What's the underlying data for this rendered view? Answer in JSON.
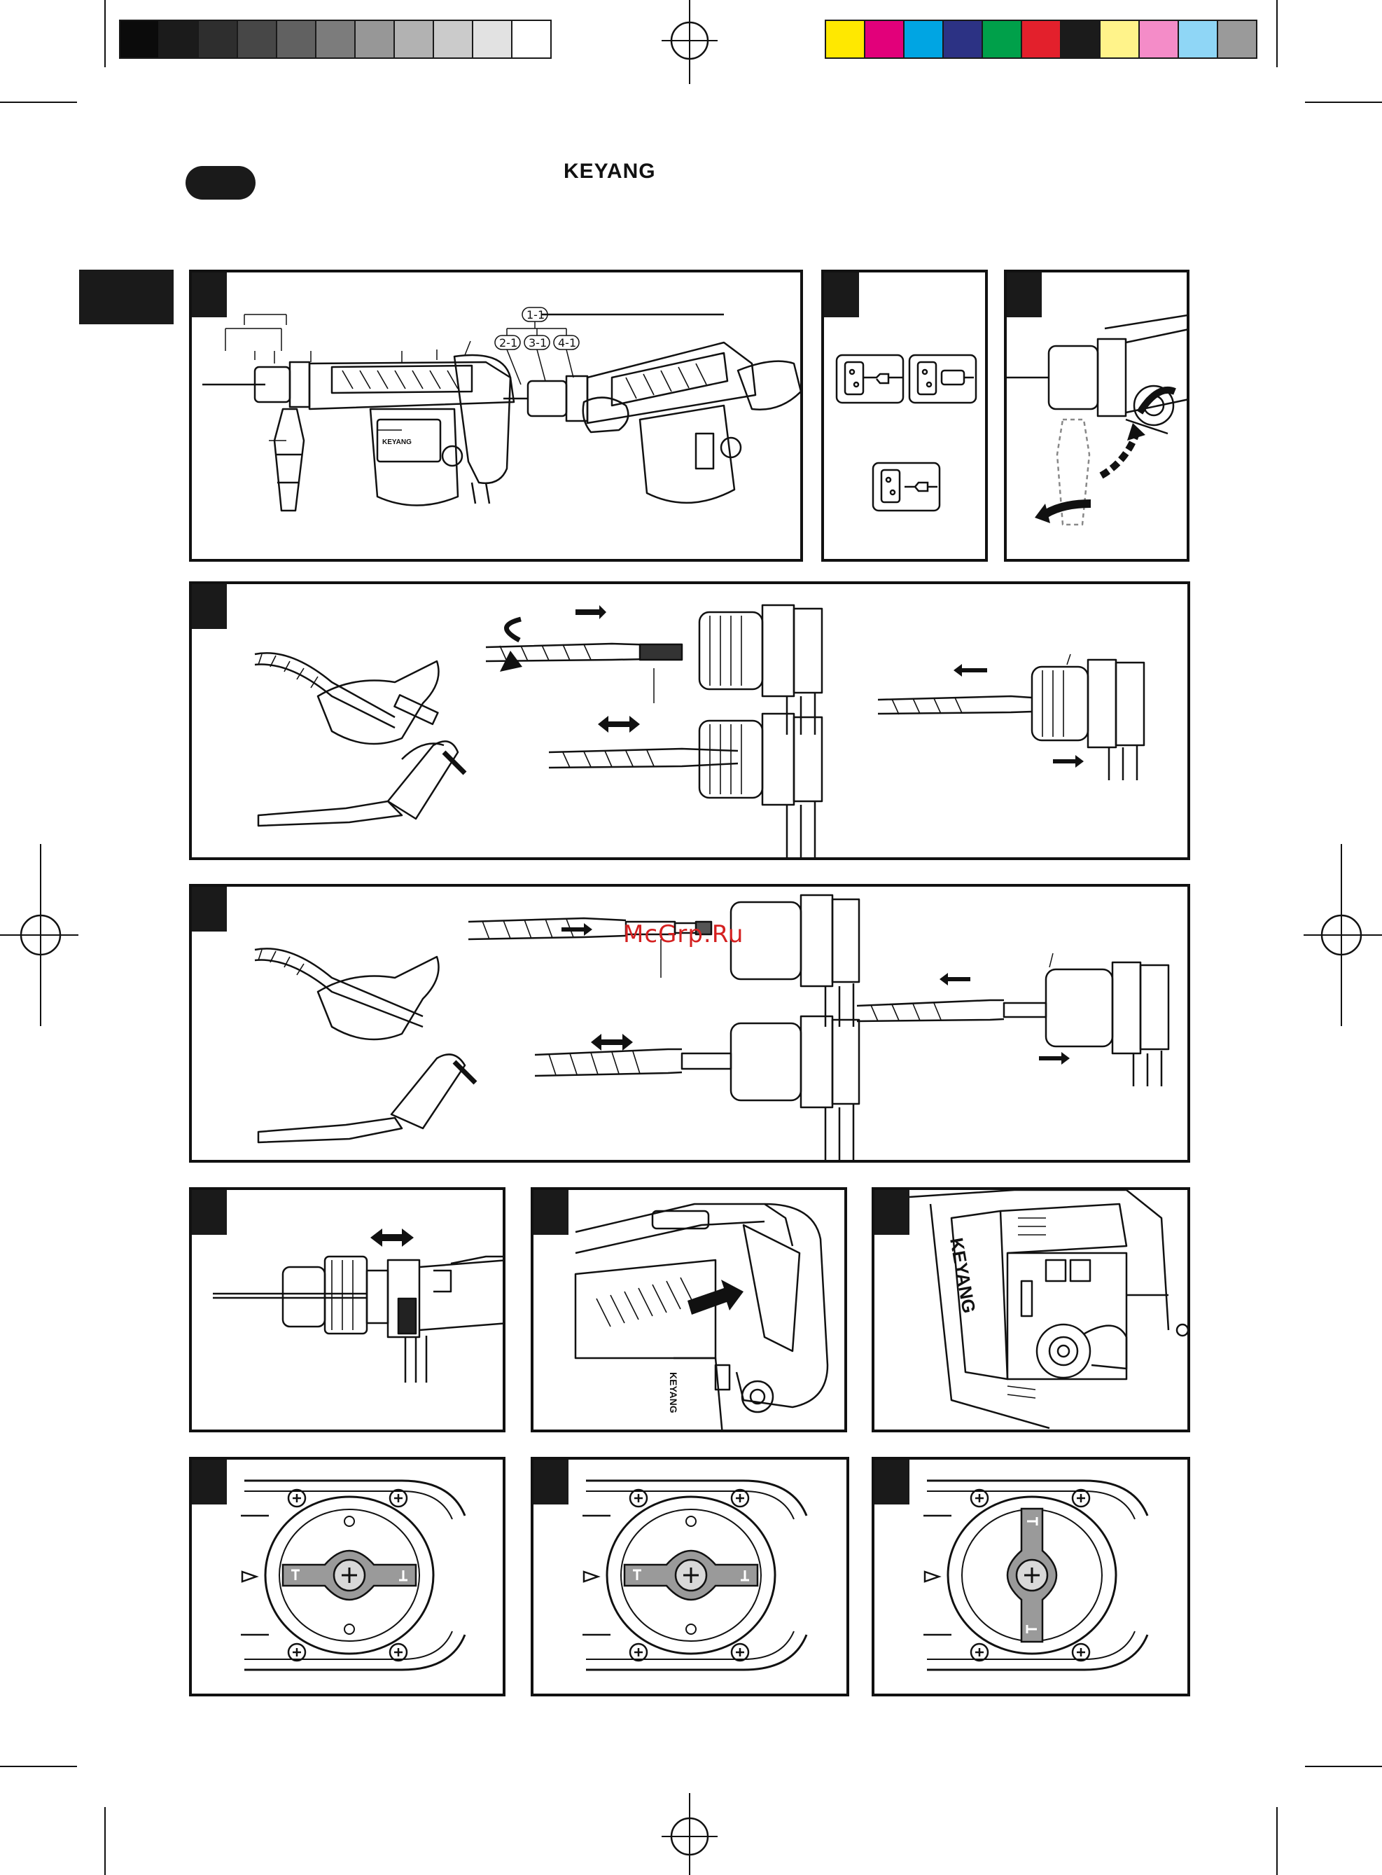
{
  "header": {
    "brand": "KEYANG",
    "watermark": "McGrp.Ru"
  },
  "colors": {
    "grayscale_bar": [
      "#0b0b0b",
      "#1b1b1b",
      "#2e2e2e",
      "#474747",
      "#616161",
      "#7c7c7c",
      "#979797",
      "#b2b2b2",
      "#cbcbcb",
      "#e2e2e2",
      "#ffffff"
    ],
    "process_bar": [
      "#ffe800",
      "#e2007a",
      "#00a5e3",
      "#2c3284",
      "#00a04a",
      "#e3202c",
      "#1b1b1b",
      "#fff38a",
      "#f48cc8",
      "#8fd6f6",
      "#9a9a9a"
    ]
  },
  "figure1": {
    "callouts_top": [
      "1-1",
      "2-1",
      "3-1",
      "4-1"
    ]
  },
  "figure6": {
    "brand_on_tool": "KEYANG"
  },
  "figure9": {
    "brand_on_tool": "KEYANG"
  }
}
